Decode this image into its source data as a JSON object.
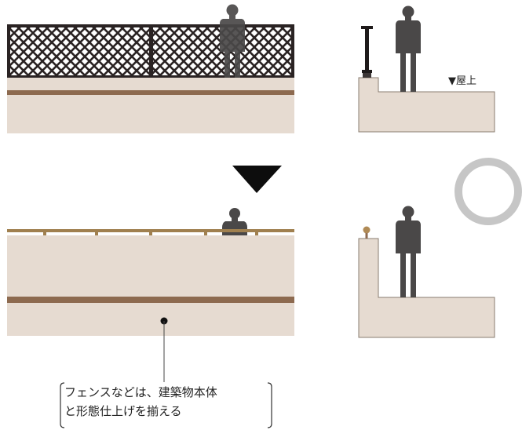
{
  "diagram": {
    "rooftop_label": "▼屋上",
    "callout": {
      "line1": "フェンスなどは、建築物本体",
      "line2": "と形態仕上げを揃える"
    }
  },
  "colors": {
    "wall_fill": "#e6dbd1",
    "band_brown": "#8d6a4f",
    "fence_dark": "#2a2323",
    "silhouette": "#4a4848",
    "arrow_black": "#0d0d0d",
    "circle_gray": "#c6c6c6",
    "rail_cap": "#a0804f",
    "outline": "#8a7c70"
  },
  "icons": {
    "before_after_arrow": "down-triangle-icon",
    "evaluation_mark": "circle-ok-icon"
  }
}
